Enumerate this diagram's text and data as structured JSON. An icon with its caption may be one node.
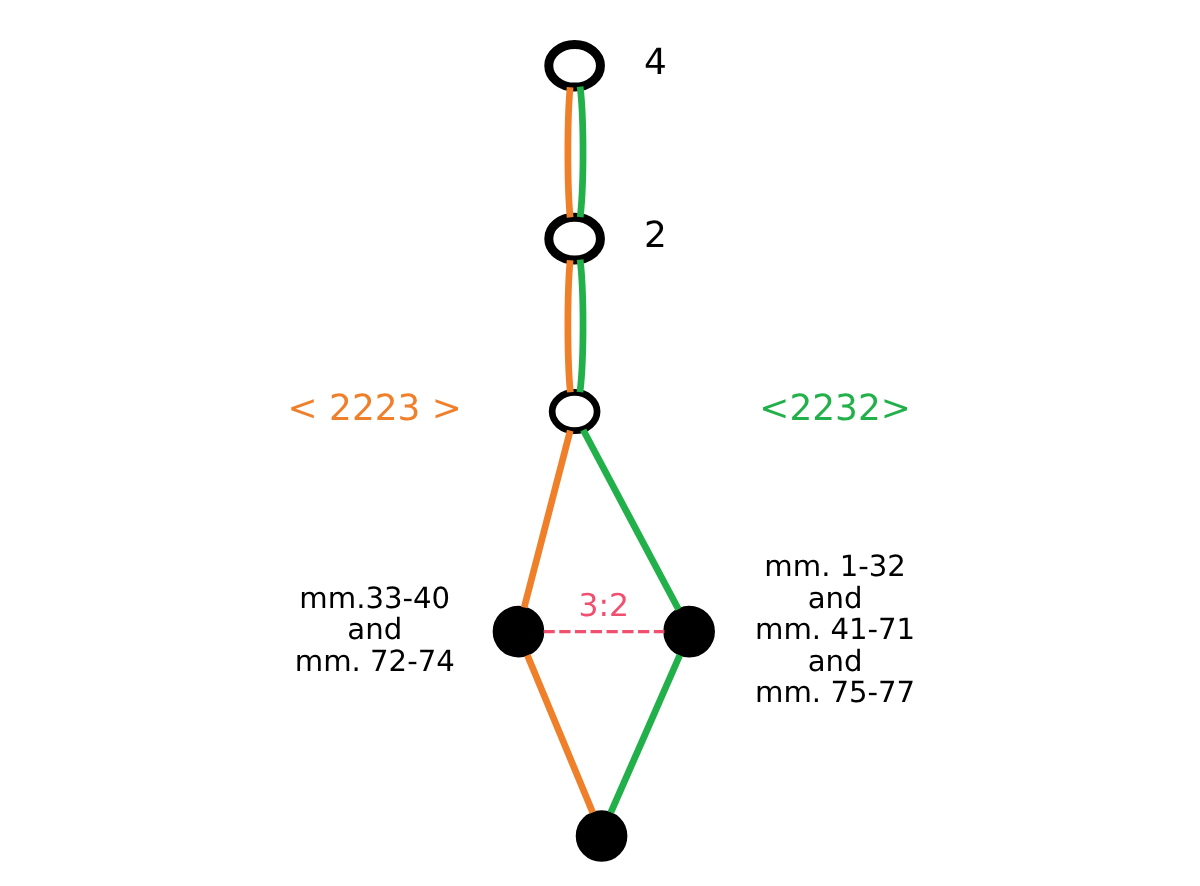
{
  "diagram": {
    "nodes": [
      {
        "text": [],
        "shape": "circle",
        "beside": [
          "4"
        ]
      },
      {
        "text": [],
        "shape": "circle",
        "beside": [
          "2"
        ]
      },
      {
        "text": [],
        "shape": "circle"
      },
      {
        "text": [],
        "shape": "circle"
      },
      {
        "text": [],
        "shape": "circle"
      },
      {
        "text": [],
        "shape": "circle"
      }
    ],
    "edges": [
      {
        "from": 0,
        "to": 1,
        "arrow": "none",
        "color": "#f07f2a"
      },
      {
        "from": 0,
        "to": 1,
        "arrow": "none",
        "color": "#22b04a"
      },
      {
        "from": 1,
        "to": 2,
        "arrow": "none",
        "color": "#f07f2a"
      },
      {
        "from": 1,
        "to": 2,
        "arrow": "none",
        "color": "#22b04a"
      },
      {
        "from": 2,
        "to": 3,
        "arrow": "none",
        "color": "#f07f2a"
      },
      {
        "from": 2,
        "to": 4,
        "arrow": "none",
        "color": "#22b04a"
      },
      {
        "from": 3,
        "to": 4,
        "arrow": "none",
        "style": "dashed",
        "color": "#f0506e",
        "label": "3:2"
      },
      {
        "from": 3,
        "to": 5,
        "arrow": "none",
        "color": "#f07f2a"
      },
      {
        "from": 4,
        "to": 5,
        "arrow": "none",
        "color": "#22b04a"
      }
    ],
    "labels": [
      "mm.33-40 and mm. 72-74",
      "mm. 1-32 and mm. 41-71 and mm. 75-77"
    ],
    "legend": [
      {
        "text": "< 2223 >",
        "color": "#f07f2a"
      },
      {
        "text": "<2232>",
        "color": "#22b04a"
      }
    ]
  }
}
